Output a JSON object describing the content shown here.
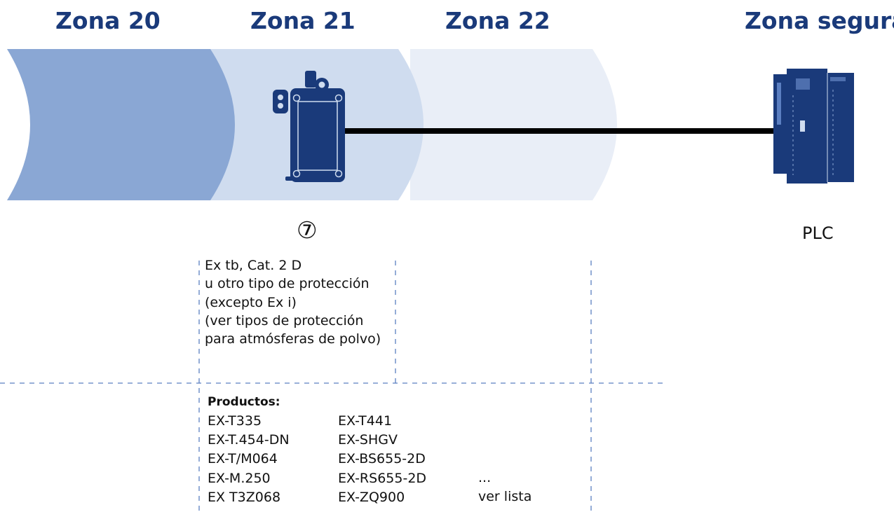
{
  "zones": [
    {
      "id": "zona-20",
      "label": "Zona 20"
    },
    {
      "id": "zona-21",
      "label": "Zona 21"
    },
    {
      "id": "zona-22",
      "label": "Zona 22"
    },
    {
      "id": "zona-segura",
      "label": "Zona segura"
    }
  ],
  "colors": {
    "title": "#1a3a7a",
    "zone20": "#8aa7d4",
    "zone21": "#cfdcef",
    "zone22": "#e9eef7",
    "device": "#1a3a7a",
    "cable": "#000000",
    "dashed": "#5b7fc1",
    "text": "#111111"
  },
  "device": {
    "number": "⑦",
    "icon": "limit-switch-icon"
  },
  "plc": {
    "label": "PLC",
    "icon": "plc-icon"
  },
  "description": [
    "Ex tb, Cat. 2 D",
    "u otro tipo de protección",
    "(excepto Ex i)",
    "(ver tipos de protección",
    "para atmósferas de polvo)"
  ],
  "products": {
    "heading": "Productos:",
    "columns": [
      [
        "EX-T335",
        "EX-T.454-DN",
        "EX-T/M064",
        "EX-M.250",
        "EX T3Z068"
      ],
      [
        "EX-T441",
        "EX-SHGV",
        "EX-BS655-2D",
        "EX-RS655-2D",
        "EX-ZQ900"
      ],
      [
        "...",
        "ver lista"
      ]
    ]
  }
}
